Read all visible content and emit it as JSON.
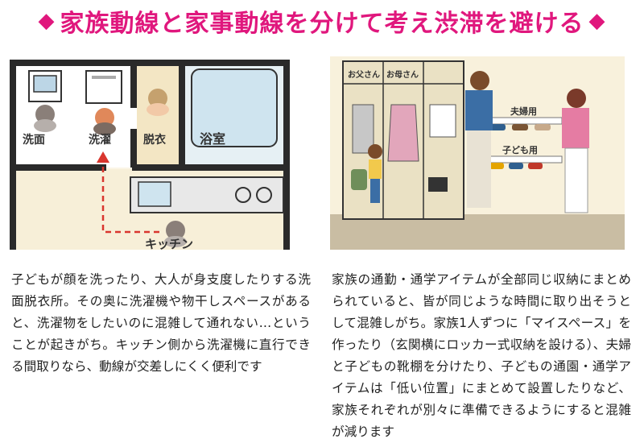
{
  "title": {
    "diamond_left": "◆",
    "text": "家族動線と家事動線を分けて考え渋滞を避ける",
    "diamond_right": "◆"
  },
  "floorplan": {
    "labels": {
      "senmen": "洗面",
      "sentaku": "洗濯",
      "datsui": "脱衣",
      "yokushitsu": "浴室",
      "kitchen": "キッチン"
    }
  },
  "closet": {
    "labels": {
      "otousan": "お父さん",
      "okaasan": "お母さん",
      "fuufu": "夫婦用",
      "kodomo": "子ども用"
    }
  },
  "left_text": "子どもが顔を洗ったり、大人が身支度したりする洗面脱衣所。その奥に洗濯機や物干しスペースがあると、洗濯物をしたいのに混雑して通れない…ということが起きがち。キッチン側から洗濯機に直行できる間取りなら、動線が交差しにくく便利です",
  "right_text": "家族の通勤・通学アイテムが全部同じ収納にまとめられていると、皆が同じような時間に取り出そうとして混雑しがち。家族1人ずつに「マイスペース」を作ったり（玄関横にロッカー式収納を設ける）、夫婦と子どもの靴棚を分けたり、子どもの通園・通学アイテムは「低い位置」にまとめて設置したりなど、家族それぞれが別々に準備できるようにすると混雑が減ります",
  "colors": {
    "accent": "#e0177d",
    "wall": "#2a2a2a",
    "floor_beige": "#f3e6c4",
    "bath_blue": "#cfe4ef",
    "arrow_red": "#d9362e"
  }
}
